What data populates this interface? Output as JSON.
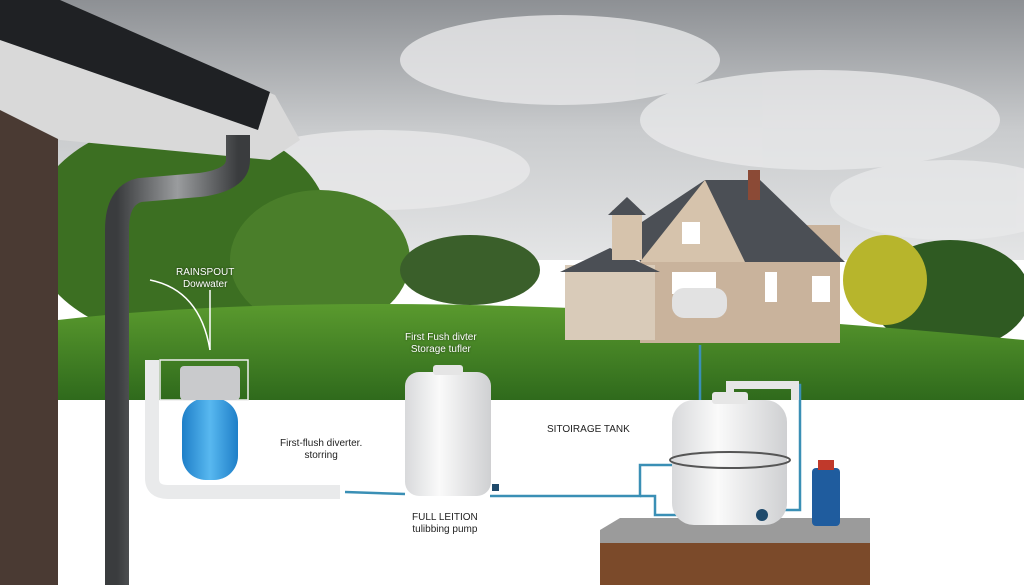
{
  "labels": {
    "downspout_line1": "RAINSPOUT",
    "downspout_line2": "Dowwater",
    "diverter_tank_line1": "First Fush divter",
    "diverter_tank_line2": "Storage tufler",
    "first_flush_line1": "First-flush diverter.",
    "first_flush_line2": "storring",
    "pump_line1": "FULL LEITION",
    "pump_line2": "tulibbing pump",
    "storage_tank": "SITOIRAGE TANK"
  },
  "colors": {
    "water": "#2f9be0",
    "pipe": "#3a8fb5",
    "grass": "#4f8f2a",
    "sky": "#b9bcbf"
  }
}
